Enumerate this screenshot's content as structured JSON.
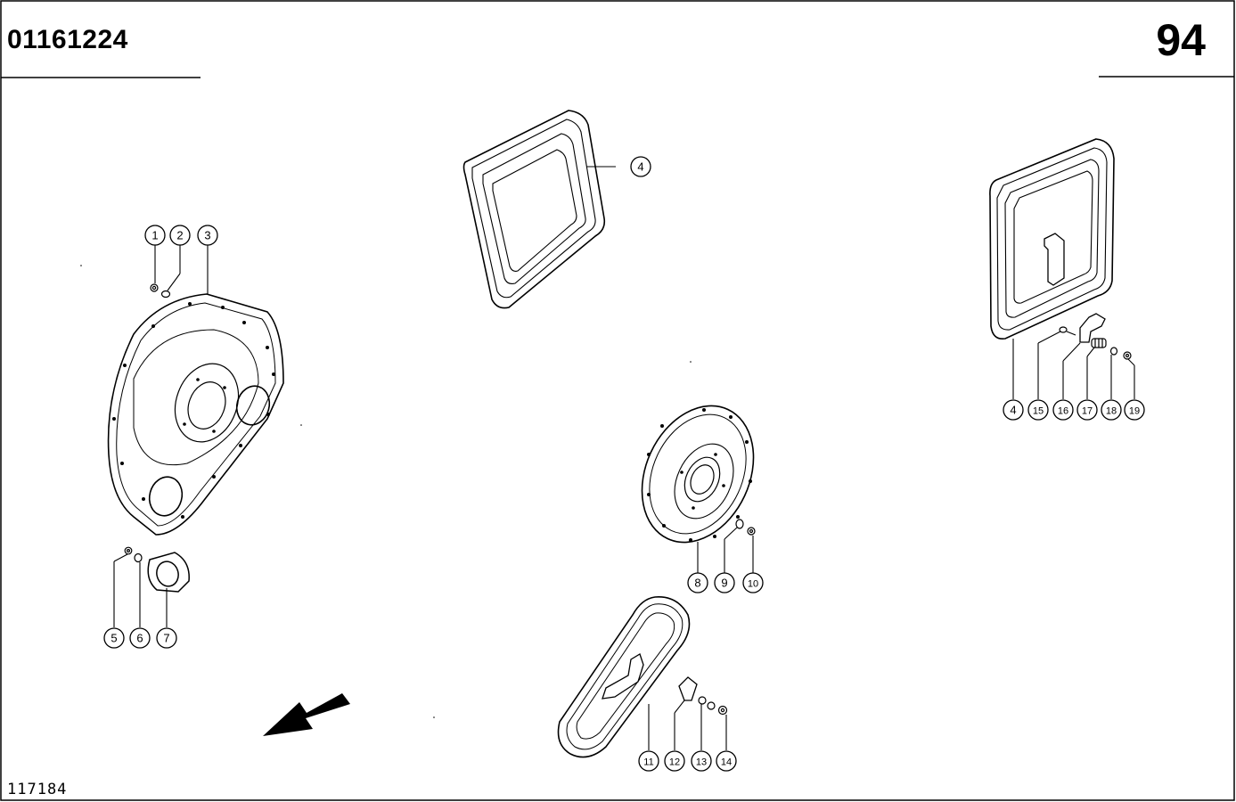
{
  "header": {
    "part_number": "01161224",
    "page_number": "94"
  },
  "footer": {
    "drawing_number": "117184"
  },
  "callouts": [
    "1",
    "2",
    "3",
    "4",
    "5",
    "6",
    "7",
    "8",
    "9",
    "10",
    "11",
    "12",
    "13",
    "14",
    "15",
    "16",
    "17",
    "18",
    "19"
  ],
  "icons": {
    "direction_arrow": "arrow-down-left-icon"
  }
}
